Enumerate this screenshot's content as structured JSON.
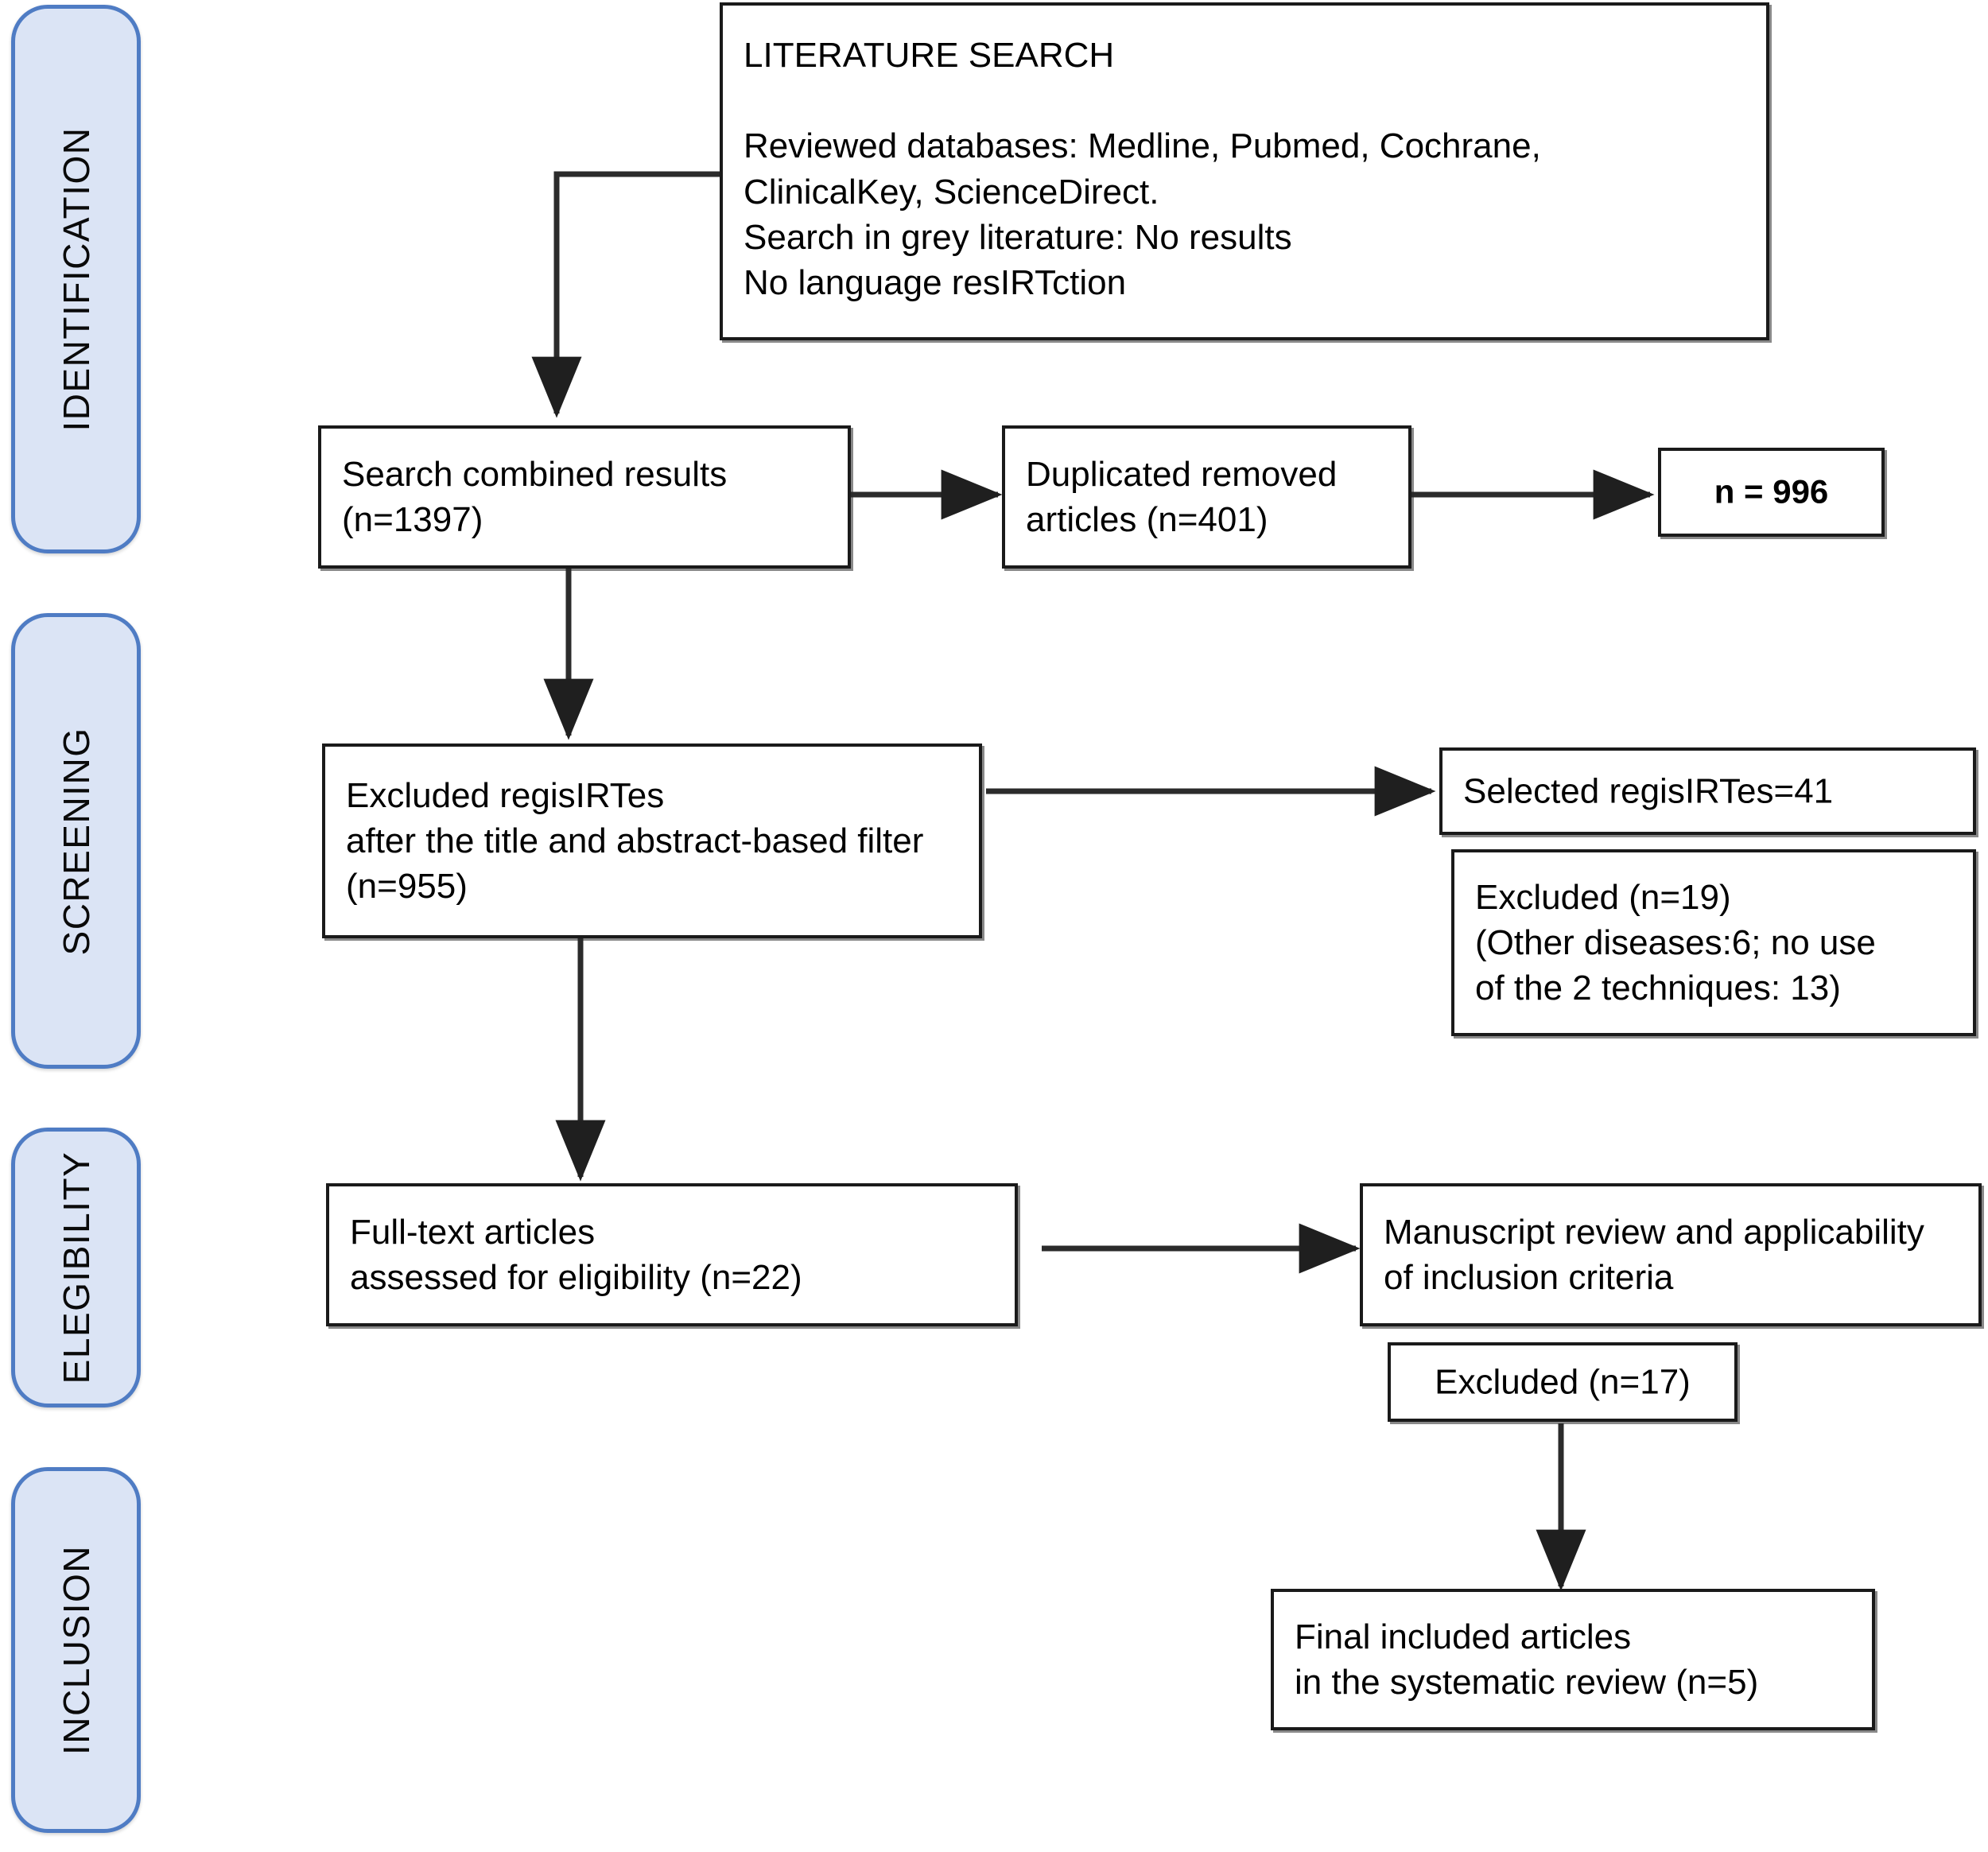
{
  "figure": {
    "type": "prisma-flow-diagram",
    "title": "PRISMA literature selection flow diagram"
  },
  "stages": [
    {
      "label": "IDENTIFICATION",
      "name": "stage-identification"
    },
    {
      "label": "SCREENING",
      "name": "stage-screening"
    },
    {
      "label": "ELEGIBILITY",
      "name": "stage-elegibility"
    },
    {
      "label": "INCLUSION",
      "name": "stage-inclusion"
    }
  ],
  "boxes": {
    "literature_search": {
      "title": "LITERATURE SEARCH",
      "body": "Reviewed databases: Medline, Pubmed, Cochrane,\nClinicalKey, ScienceDirect.\nSearch in grey literature: No results\nNo language resIRTction",
      "full_text": "LITERATURE SEARCH\n\nReviewed databases: Medline, Pubmed, Cochrane,\nClinicalKey, ScienceDirect.\nSearch in grey literature: No results\nNo language resIRTction"
    },
    "search_combined": {
      "text": "Search combined results\n(n=1397)",
      "count": 1397
    },
    "duplicates_removed": {
      "text": "Duplicated removed\narticles (n=401)",
      "count": 401
    },
    "remaining_after_duplicates": {
      "text": "n = 996",
      "count": 996
    },
    "excluded_title_abstract": {
      "text": "Excluded regisIRTes\nafter the title and abstract-based filter\n (n=955)",
      "count": 955
    },
    "selected_registers": {
      "text": "Selected regisIRTes=41",
      "count": 41
    },
    "excluded_screening": {
      "text": "Excluded (n=19)\n(Other diseases:6; no use\nof the 2 techniques: 13)",
      "count": 19,
      "reasons": [
        {
          "reason": "Other diseases",
          "count": 6
        },
        {
          "reason": "no use of the 2 techniques",
          "count": 13
        }
      ]
    },
    "full_text_assessed": {
      "text": "Full-text articles\nassessed for eligibility (n=22)",
      "count": 22
    },
    "manuscript_review": {
      "text": "Manuscript review and applicability\nof inclusion criteria"
    },
    "excluded_eligibility": {
      "text": "Excluded (n=17)",
      "count": 17
    },
    "final_included": {
      "text": "Final included articles\nin the systematic review (n=5)",
      "count": 5
    }
  },
  "colors": {
    "stage_fill": "#dbe4f5",
    "stage_border": "#4f7cc4",
    "box_border": "#1a1a1a",
    "box_fill": "#ffffff",
    "connector": "#262626",
    "text": "#000000"
  },
  "connectors": [
    {
      "name": "connector-literature-to-search",
      "kind": "elbow-arrow"
    },
    {
      "name": "connector-search-to-duplicates",
      "kind": "straight-arrow"
    },
    {
      "name": "connector-duplicates-to-remaining",
      "kind": "straight-arrow"
    },
    {
      "name": "connector-search-to-excluded",
      "kind": "straight-arrow"
    },
    {
      "name": "connector-excluded-to-selected",
      "kind": "straight-arrow"
    },
    {
      "name": "connector-excluded-to-fulltext",
      "kind": "straight-arrow"
    },
    {
      "name": "connector-fulltext-to-manuscript",
      "kind": "straight-arrow"
    },
    {
      "name": "connector-excluded17-to-final",
      "kind": "straight-arrow"
    }
  ]
}
